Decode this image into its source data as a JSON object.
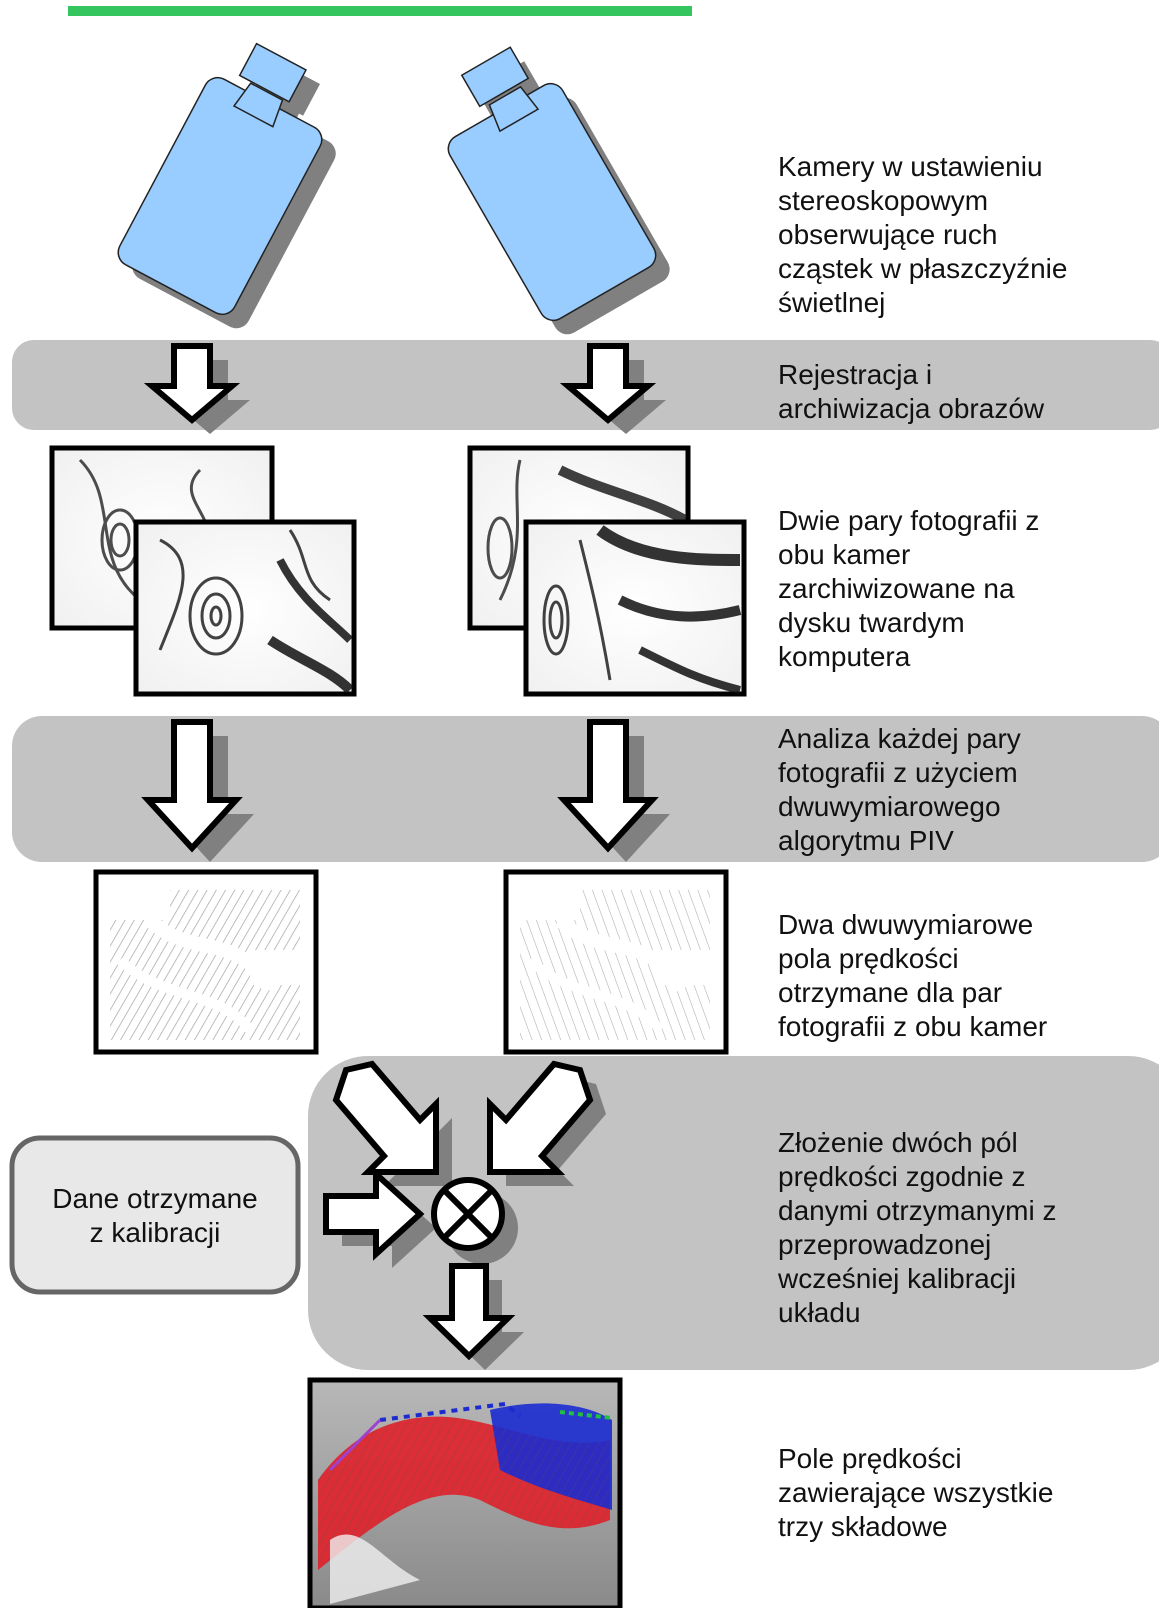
{
  "colors": {
    "accent_line": "#35c55f",
    "camera_fill": "#99ccff",
    "band_fill": "#c3c3c3",
    "shadow": "#808080",
    "calibration_box_fill": "#e8e8e8",
    "positive_velocity": "#e0202a",
    "negative_velocity": "#1b2bd0"
  },
  "steps": {
    "cameras": "Kamery w ustawieniu\nstereoskopowym\nobserwujące ruch\ncząstek w płaszczyźnie\nświetlnej",
    "recording": "Rejestracja i\narchiwizacja obrazów",
    "photo_pairs": "Dwie pary fotografii z\nobu kamer\nzarchiwizowane na\ndysku twardym\nkomputera",
    "piv_analysis": "Analiza każdej pary\nfotografii z użyciem\ndwuwymiarowego\nalgorytmu PIV",
    "velocity_fields_2d": "Dwa dwuwymiarowe\npola prędkości\notrzymane dla par\nfotografii z obu kamer",
    "combination": "Złożenie dwóch pól\nprędkości zgodnie z\ndanymi otrzymanymi z\nprzeprowadzonej\nwcześniej kalibracji\nukładu",
    "result_3d": "Pole prędkości\nzawierające wszystkie\ntrzy składowe"
  },
  "calibration_box": {
    "label": "Dane otrzymane\nz kalibracji"
  },
  "icons": {
    "combine_operator": "circled-times-icon",
    "flow_arrow": "hollow-arrow-icon",
    "camera": "camera-icon"
  }
}
